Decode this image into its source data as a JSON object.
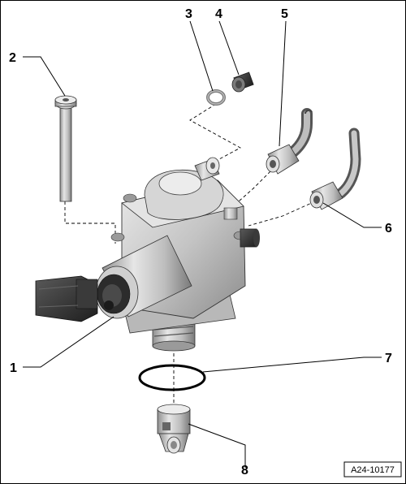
{
  "callouts": [
    {
      "id": "1",
      "label": "1"
    },
    {
      "id": "2",
      "label": "2"
    },
    {
      "id": "3",
      "label": "3"
    },
    {
      "id": "4",
      "label": "4"
    },
    {
      "id": "5",
      "label": "5"
    },
    {
      "id": "6",
      "label": "6"
    },
    {
      "id": "7",
      "label": "7"
    },
    {
      "id": "8",
      "label": "8"
    }
  ],
  "figure_code": "A24-10177",
  "colors": {
    "border": "#000000",
    "metal_light": "#d8d8d8",
    "metal_mid": "#a9a9a9",
    "metal_dark": "#6e6e6e",
    "connector": "#2a2a2a"
  }
}
